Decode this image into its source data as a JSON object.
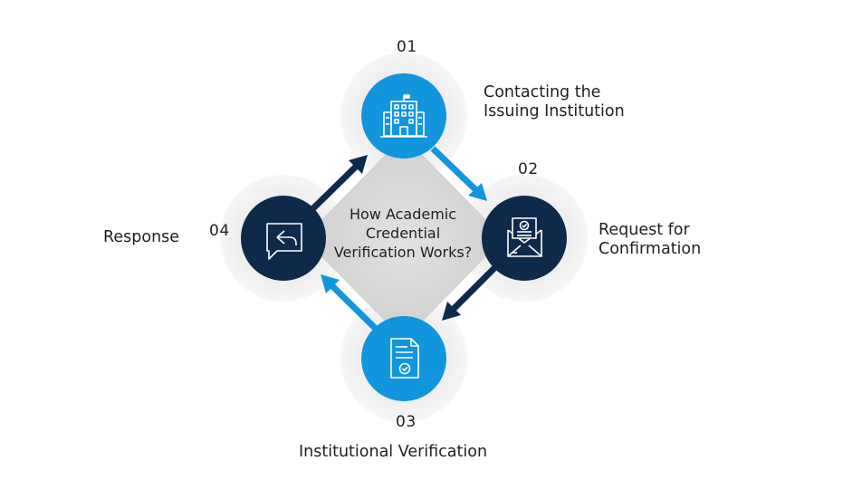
{
  "center_title": "How Academic Credential Verification Works?",
  "steps": [
    {
      "number": "01",
      "label": "Contacting the Issuing Institution",
      "icon": "building-icon",
      "color": "#1196DE"
    },
    {
      "number": "02",
      "label": "Request for Confirmation",
      "icon": "envelope-letter-icon",
      "color": "#0D2A4A"
    },
    {
      "number": "03",
      "label": "Institutional Verification",
      "icon": "document-check-icon",
      "color": "#1196DE"
    },
    {
      "number": "04",
      "label": "Response",
      "icon": "chat-reply-icon",
      "color": "#0D2A4A"
    }
  ],
  "colors": {
    "light_blue": "#1196DE",
    "navy": "#0D2A4A",
    "halo": "#EDEDED",
    "center_fill": "#D9D9D9"
  }
}
